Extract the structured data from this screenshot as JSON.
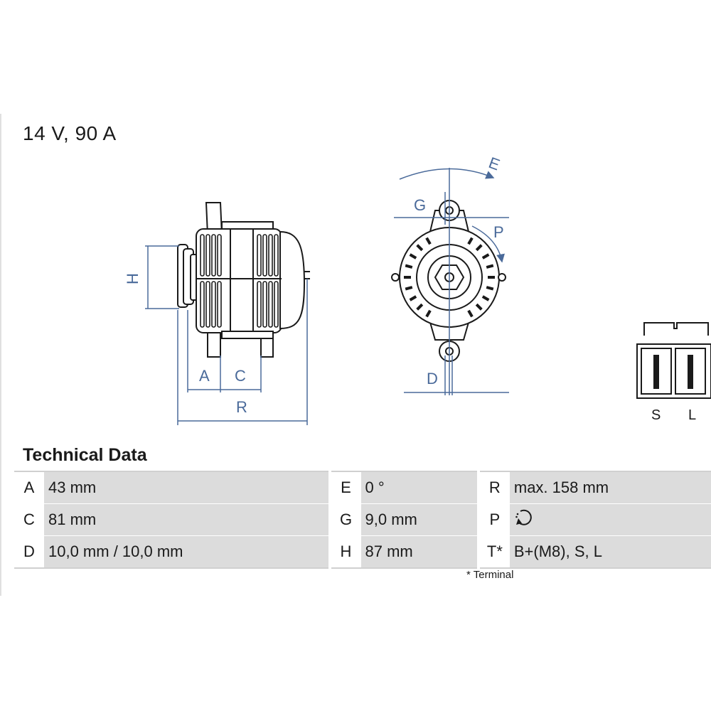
{
  "title": "14 V, 90 A",
  "diagram": {
    "labels": {
      "H": "H",
      "A": "A",
      "C": "C",
      "R": "R",
      "E": "E",
      "G": "G",
      "P": "P",
      "D": "D",
      "S": "S",
      "L": "L"
    },
    "dimension_color": "#4a6a9a",
    "line_color": "#1a1a1a"
  },
  "technical_data": {
    "heading": "Technical Data",
    "rows": [
      [
        {
          "key": "A",
          "value": "43 mm"
        },
        {
          "key": "E",
          "value": "0 °"
        },
        {
          "key": "R",
          "value": "max. 158 mm"
        }
      ],
      [
        {
          "key": "C",
          "value": "81 mm"
        },
        {
          "key": "G",
          "value": "9,0 mm"
        },
        {
          "key": "P",
          "value": ""
        }
      ],
      [
        {
          "key": "D",
          "value": "10,0 mm / 10,0 mm"
        },
        {
          "key": "H",
          "value": "87 mm"
        },
        {
          "key": "T*",
          "value": "B+(M8), S, L"
        }
      ]
    ],
    "rotation_icon": "clockwise-rotation-icon",
    "footnote": "* Terminal"
  }
}
